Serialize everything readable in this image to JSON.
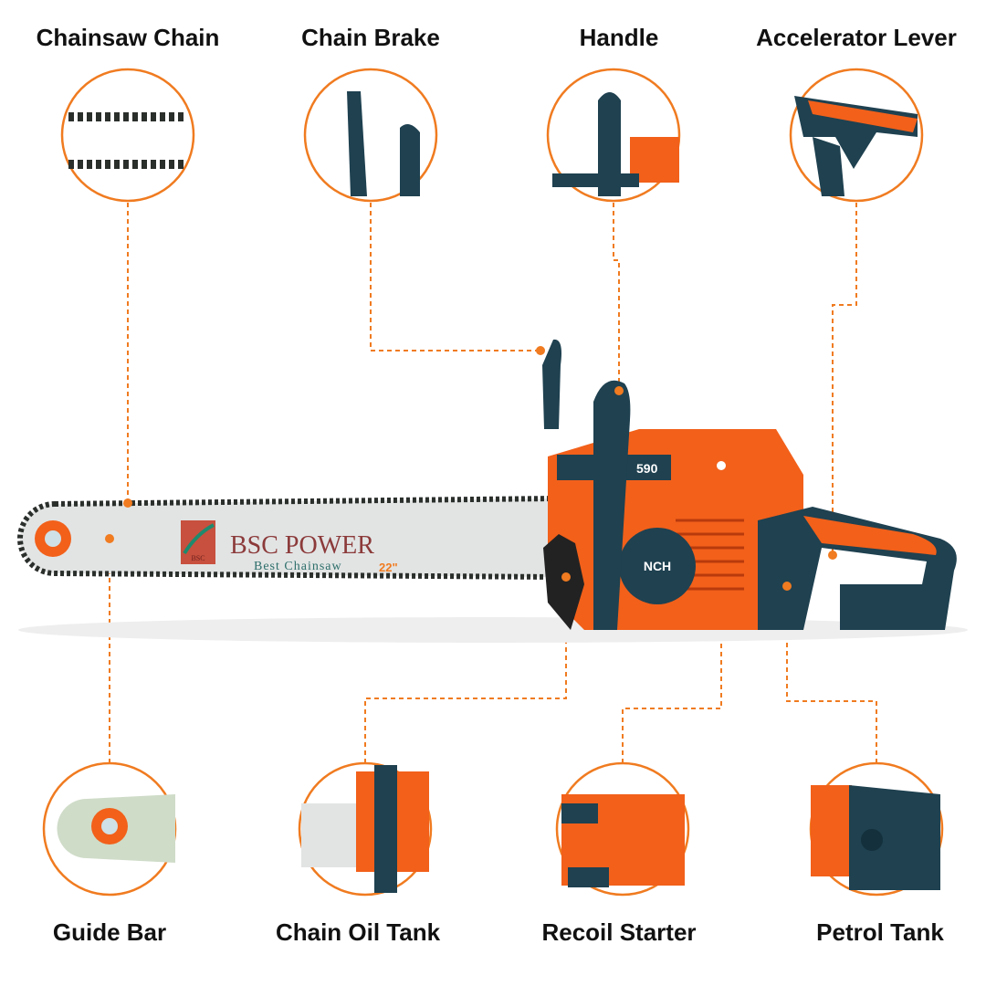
{
  "colors": {
    "accent": "#f07b20",
    "body": "#f2601a",
    "handle": "#1f4150",
    "bar": "#e2e4e4",
    "chain": "#2b2f2c"
  },
  "labels": {
    "top": [
      "Chainsaw Chain",
      "Chain Brake",
      "Handle",
      "Accelerator Lever"
    ],
    "bottom": [
      "Guide Bar",
      "Chain Oil Tank",
      "Recoil Starter",
      "Petrol Tank"
    ]
  },
  "bar_print": {
    "brand": "BSC POWER",
    "tagline": "Best Chainsaw",
    "size": "22\"",
    "logo_text": "BSC"
  },
  "engine_badge": "NCH",
  "model": "590"
}
